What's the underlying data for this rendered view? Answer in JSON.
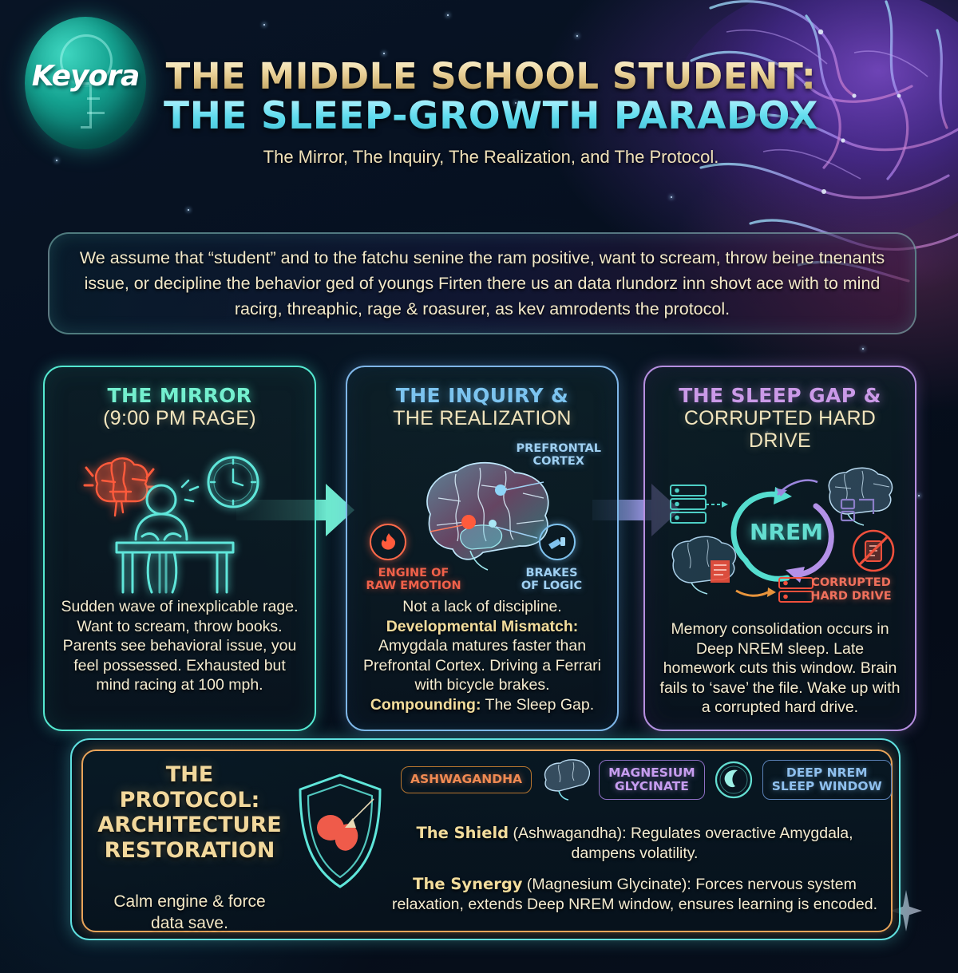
{
  "brand": {
    "logo_text": "Keyora",
    "logo_icon": "key-circle-icon"
  },
  "header": {
    "title_line1": "THE MIDDLE SCHOOL STUDENT:",
    "title_line2": "THE SLEEP-GROWTH PARADOX",
    "subtitle": "The Mirror, The Inquiry, The Realization, and The Protocol."
  },
  "intro": {
    "text": "We assume that “student” and to the fatchu senine the ram positive, want to scream, throw beine tnenants issue, or decipline the behavior ged of youngs Firten there us an data rlundorz inn shovt ace with to mind racirg, threaphic, rage & roasurer, as kev amrodents the protocol."
  },
  "panels": [
    {
      "id": "mirror",
      "title_line1": "THE MIRROR",
      "title_line2": "(9:00 PM RAGE)",
      "accent": "#54e8d0",
      "icons": [
        "rage-brain-icon",
        "clock-icon",
        "student-at-desk-icon"
      ],
      "body": "Sudden wave of inexplicable rage. Want to scream, throw books. Parents see behavioral issue, you feel possessed. Exhausted but mind racing at 100 mph."
    },
    {
      "id": "inquiry",
      "title_line1": "THE INQUIRY &",
      "title_line2": "THE REALIZATION",
      "accent": "#7fb6e8",
      "icons": [
        "brain-anatomy-icon",
        "flame-icon",
        "brake-icon"
      ],
      "labels": {
        "prefrontal_cortex": "PREFRONTAL\nCORTEX",
        "engine_of_raw_emotion": "ENGINE OF\nRAW EMOTION",
        "brakes_of_logic": "BRAKES\nOF LOGIC"
      },
      "body_parts": [
        {
          "text": "Not a lack of discipline.",
          "bold": false
        },
        {
          "text": "Developmental Mismatch:",
          "bold": true
        },
        {
          "text": " Amygdala matures faster than Prefrontal Cortex. Driving a Ferrari with bicycle brakes. ",
          "bold": false
        },
        {
          "text": "Compounding:",
          "bold": true
        },
        {
          "text": " The Sleep Gap.",
          "bold": false
        }
      ]
    },
    {
      "id": "sleepgap",
      "title_line1": "THE SLEEP GAP &",
      "title_line2": "CORRUPTED HARD DRIVE",
      "accent": "#b68fe0",
      "icons": [
        "server-stack-icon",
        "brain-icon",
        "file-icon",
        "no-entry-icon",
        "cycle-arrows-icon"
      ],
      "labels": {
        "cycle_center": "NREM",
        "corrupted_hard_drive": "CORRUPTED\nHARD DRIVE"
      },
      "body": "Memory consolidation occurs in Deep NREM sleep. Late homework cuts this window. Brain fails to ‘save’ the file. Wake up with a corrupted hard drive."
    }
  ],
  "protocol": {
    "heading": "THE PROTOCOL:\nARCHITECTURE\nRESTORATION",
    "subtext": "Calm engine & force data save.",
    "shield_icon": "shield-amygdala-icon",
    "badges": [
      {
        "id": "ashwagandha",
        "label": "ASHWAGANDHA",
        "color": "#f08a52"
      },
      {
        "id": "brain-icon",
        "label": "",
        "color": "#9fc6ee"
      },
      {
        "id": "magnesium",
        "label": "MAGNESIUM\nGLYCINATE",
        "color": "#c79df0"
      },
      {
        "id": "moon-clock-icon",
        "label": "",
        "color": "#63ddd0"
      },
      {
        "id": "nrem",
        "label": "DEEP NREM\nSLEEP WINDOW",
        "color": "#8fc0ee"
      }
    ],
    "lines": [
      {
        "bold": "The Shield",
        "rest": " (Ashwagandha): Regulates overactive Amygdala, dampens volatility."
      },
      {
        "bold": "The Synergy",
        "rest": " (Magnesium Glycinate): Forces nervous system relaxation, extends Deep NREM window, ensures learning is encoded."
      }
    ]
  },
  "decor": {
    "sparkle": "four-point-star-icon",
    "neural_bg": "neural-brain-texture"
  }
}
